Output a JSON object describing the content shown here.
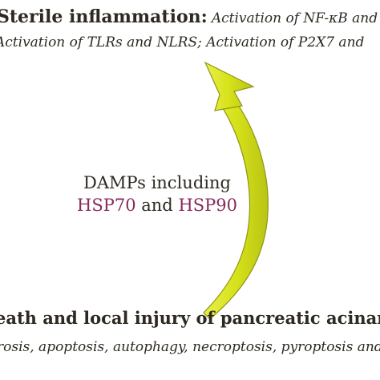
{
  "top": {
    "heading": "Sterile inflammation:",
    "heading_detail": "Activation of NF-κB and",
    "line2": "Activation of TLRs and NLRS; Activation of P2X7 and"
  },
  "middle": {
    "line1": "DAMPs including",
    "hsp70": "HSP70",
    "and": "and",
    "hsp90": "HSP90"
  },
  "bottom": {
    "line1": "eath and  local injury of pancreatic acinar",
    "line2": "rosis, apoptosis, autophagy, necroptosis, pyroptosis and"
  },
  "colors": {
    "arrow_fill": "#d6e21a",
    "arrow_stroke": "#8f9610",
    "text": "#2e2a21",
    "hsp": "#8a2a5c"
  },
  "icons": {
    "arrow": "curved-up-arrow-icon"
  }
}
